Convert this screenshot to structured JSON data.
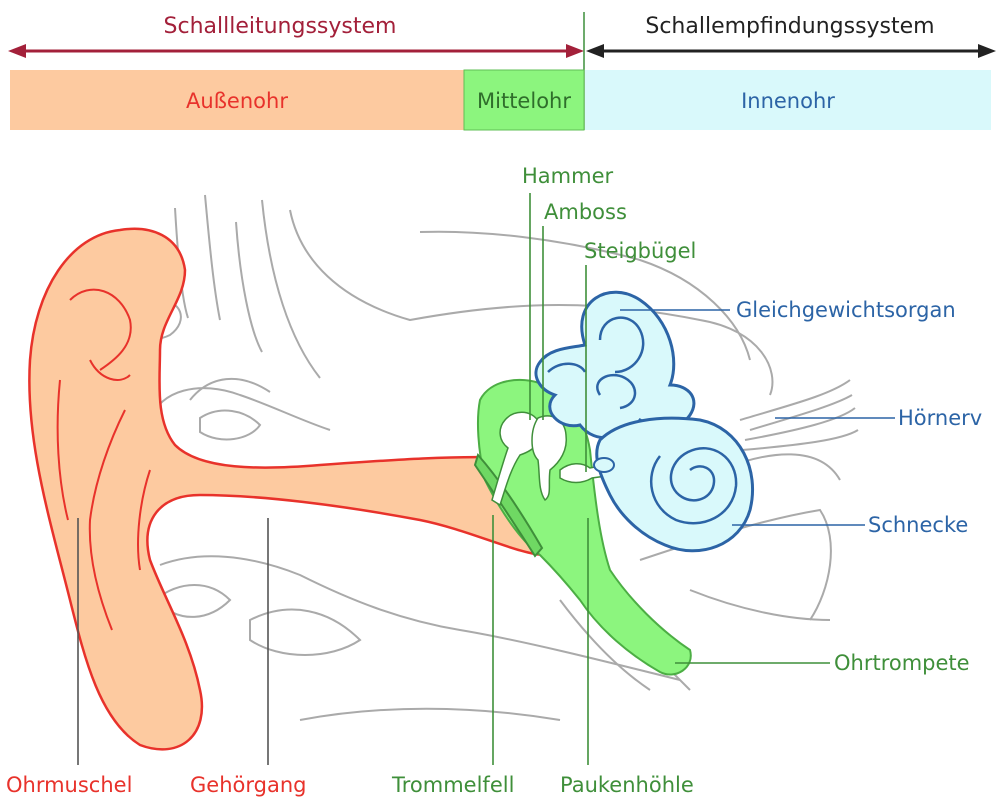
{
  "header": {
    "left_system": "Schallleitungssystem",
    "right_system": "Schallempfindungssystem",
    "zones": {
      "outer": "Außenohr",
      "middle": "Mittelohr",
      "inner": "Innenohr"
    }
  },
  "labels": {
    "hammer": "Hammer",
    "amboss": "Amboss",
    "steigbuegel": "Steigbügel",
    "gleichgewichtsorgan": "Gleichgewichtsorgan",
    "hoernerv": "Hörnerv",
    "schnecke": "Schnecke",
    "ohrtrompete": "Ohrtrompete",
    "ohrmuschel": "Ohrmuschel",
    "gehoergang": "Gehörgang",
    "trommelfell": "Trommelfell",
    "paukenhoehle": "Paukenhöhle"
  },
  "colors": {
    "outer_fill": "#fdcaa0",
    "outer_text": "#e8322b",
    "middle_fill": "#8cf57e",
    "middle_text": "#3f8f3a",
    "inner_fill": "#d9f9fb",
    "inner_text": "#2c64a6",
    "system_left": "#a3203a",
    "system_right": "#222222"
  }
}
